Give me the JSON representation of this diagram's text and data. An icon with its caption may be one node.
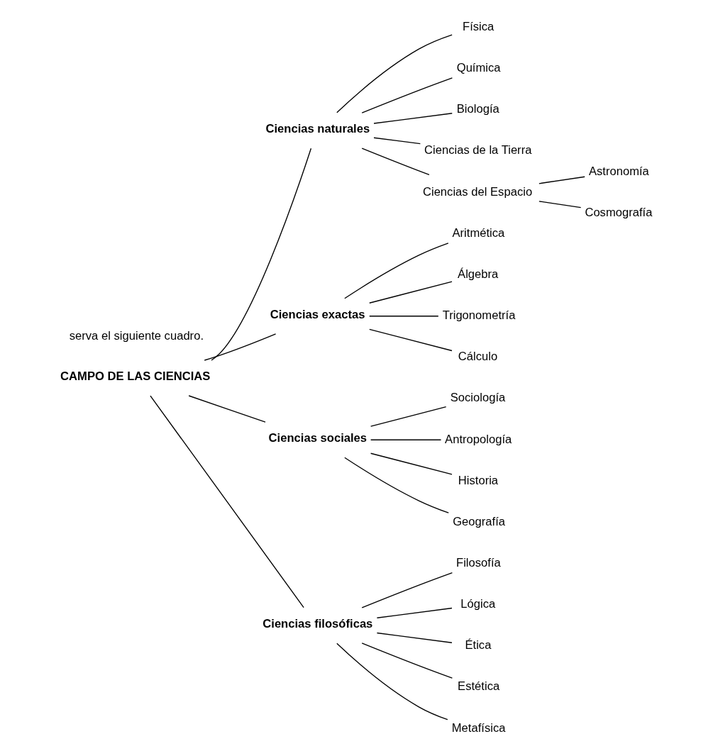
{
  "diagram": {
    "nodes": [
      {
        "text": [
          "CAMPO DE LAS CIENCIAS"
        ]
      },
      {
        "text": [
          "Ciencias naturales"
        ]
      },
      {
        "text": [
          "Física"
        ]
      },
      {
        "text": [
          "Química"
        ]
      },
      {
        "text": [
          "Biología"
        ]
      },
      {
        "text": [
          "Ciencias de la Tierra"
        ]
      },
      {
        "text": [
          "Ciencias del Espacio"
        ]
      },
      {
        "text": [
          "Astronomía"
        ]
      },
      {
        "text": [
          "Cosmografía"
        ]
      },
      {
        "text": [
          "Ciencias exactas"
        ]
      },
      {
        "text": [
          "Aritmética"
        ]
      },
      {
        "text": [
          "Álgebra"
        ]
      },
      {
        "text": [
          "Trigonometría"
        ]
      },
      {
        "text": [
          "Cálculo"
        ]
      },
      {
        "text": [
          "Ciencias sociales"
        ]
      },
      {
        "text": [
          "Sociología"
        ]
      },
      {
        "text": [
          "Antropología"
        ]
      },
      {
        "text": [
          "Historia"
        ]
      },
      {
        "text": [
          "Geografía"
        ]
      },
      {
        "text": [
          "Ciencias filosóficas"
        ]
      },
      {
        "text": [
          "Filosofía"
        ]
      },
      {
        "text": [
          "Lógica"
        ]
      },
      {
        "text": [
          "Ética"
        ]
      },
      {
        "text": [
          "Estética"
        ]
      },
      {
        "text": [
          "Metafísica"
        ]
      }
    ],
    "edges": [
      {
        "from": 0,
        "to": 1,
        "arrow": "none"
      },
      {
        "from": 0,
        "to": 9,
        "arrow": "none"
      },
      {
        "from": 0,
        "to": 14,
        "arrow": "none"
      },
      {
        "from": 0,
        "to": 19,
        "arrow": "none"
      },
      {
        "from": 1,
        "to": 2,
        "arrow": "none"
      },
      {
        "from": 1,
        "to": 3,
        "arrow": "none"
      },
      {
        "from": 1,
        "to": 4,
        "arrow": "none"
      },
      {
        "from": 1,
        "to": 5,
        "arrow": "none"
      },
      {
        "from": 1,
        "to": 6,
        "arrow": "none"
      },
      {
        "from": 6,
        "to": 7,
        "arrow": "none"
      },
      {
        "from": 6,
        "to": 8,
        "arrow": "none"
      },
      {
        "from": 9,
        "to": 10,
        "arrow": "none"
      },
      {
        "from": 9,
        "to": 11,
        "arrow": "none"
      },
      {
        "from": 9,
        "to": 12,
        "arrow": "none"
      },
      {
        "from": 9,
        "to": 13,
        "arrow": "none"
      },
      {
        "from": 14,
        "to": 15,
        "arrow": "none"
      },
      {
        "from": 14,
        "to": 16,
        "arrow": "none"
      },
      {
        "from": 14,
        "to": 17,
        "arrow": "none"
      },
      {
        "from": 14,
        "to": 18,
        "arrow": "none"
      },
      {
        "from": 19,
        "to": 20,
        "arrow": "none"
      },
      {
        "from": 19,
        "to": 21,
        "arrow": "none"
      },
      {
        "from": 19,
        "to": 22,
        "arrow": "none"
      },
      {
        "from": 19,
        "to": 23,
        "arrow": "none"
      },
      {
        "from": 19,
        "to": 24,
        "arrow": "none"
      }
    ],
    "labels": [
      "serva el siguiente cuadro."
    ]
  }
}
